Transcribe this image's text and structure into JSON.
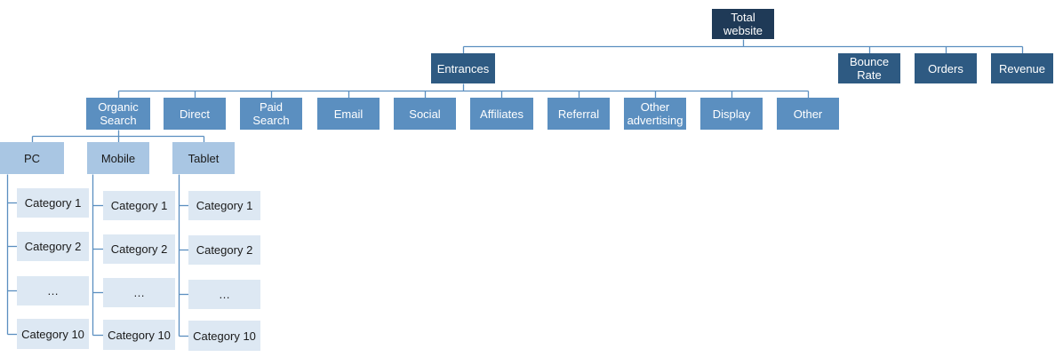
{
  "root": {
    "label": "Total website"
  },
  "level1": [
    {
      "id": "entrances",
      "label": "Entrances"
    },
    {
      "id": "bounce-rate",
      "label": "Bounce Rate"
    },
    {
      "id": "orders",
      "label": "Orders"
    },
    {
      "id": "revenue",
      "label": "Revenue"
    }
  ],
  "channels": [
    {
      "id": "organic-search",
      "label": "Organic Search"
    },
    {
      "id": "direct",
      "label": "Direct"
    },
    {
      "id": "paid-search",
      "label": "Paid Search"
    },
    {
      "id": "email",
      "label": "Email"
    },
    {
      "id": "social",
      "label": "Social"
    },
    {
      "id": "affiliates",
      "label": "Affiliates"
    },
    {
      "id": "referral",
      "label": "Referral"
    },
    {
      "id": "other-advertising",
      "label": "Other advertising"
    },
    {
      "id": "display",
      "label": "Display"
    },
    {
      "id": "other",
      "label": "Other"
    }
  ],
  "devices": [
    {
      "id": "pc",
      "label": "PC",
      "categories": [
        "Category 1",
        "Category 2",
        "…",
        "Category 10"
      ]
    },
    {
      "id": "mobile",
      "label": "Mobile",
      "categories": [
        "Category 1",
        "Category 2",
        "…",
        "Category 10"
      ]
    },
    {
      "id": "tablet",
      "label": "Tablet",
      "categories": [
        "Category 1",
        "Category 2",
        "…",
        "Category 10"
      ]
    }
  ],
  "colors": {
    "root": "#1f3a57",
    "level1": "#2e5a82",
    "channel": "#5b8fc0",
    "device": "#a9c6e3",
    "category": "#dde8f3",
    "connector": "#5b8fc0"
  }
}
